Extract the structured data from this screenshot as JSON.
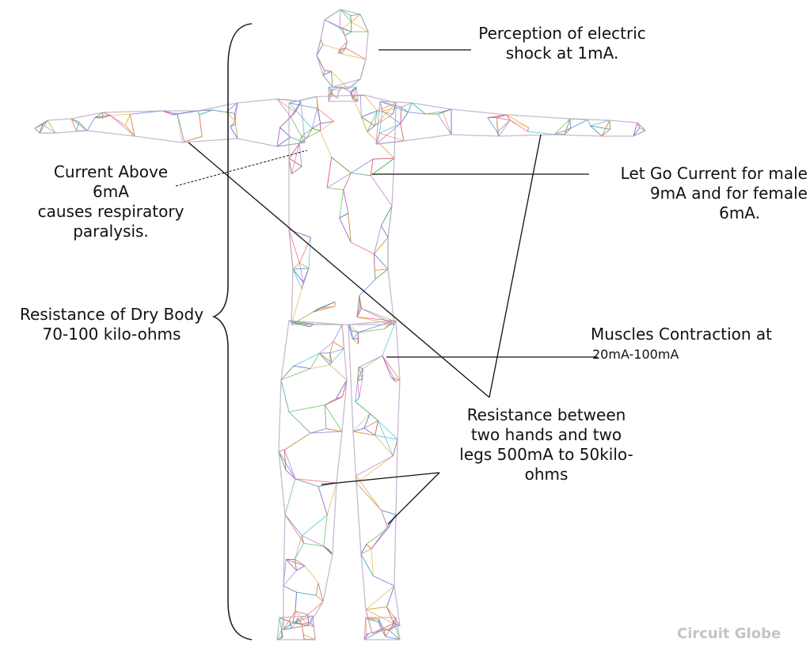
{
  "labels": {
    "perception": [
      "Perception of electric",
      "shock at 1mA."
    ],
    "current_above": [
      "Current Above",
      "6mA",
      "causes respiratory",
      "paralysis."
    ],
    "let_go": [
      "Let Go Current for male",
      "9mA and for female",
      "6mA."
    ],
    "dry_body": [
      "Resistance of Dry Body",
      "70-100 kilo-ohms"
    ],
    "muscles": [
      "Muscles Contraction at",
      "20mA-100mA"
    ],
    "resistance_between": [
      "Resistance  between",
      "two hands and two",
      "legs 500mA to 50kilo-",
      "ohms"
    ]
  },
  "watermark": "Circuit Globe",
  "colors": {
    "mesh": [
      "#e85a5a",
      "#4fb84f",
      "#4a74e0",
      "#d9b83a",
      "#b96ad6",
      "#39bcc9",
      "#f08a3c",
      "#7a7ad0"
    ],
    "text": "#111111",
    "watermark": "#c4c4c4"
  }
}
